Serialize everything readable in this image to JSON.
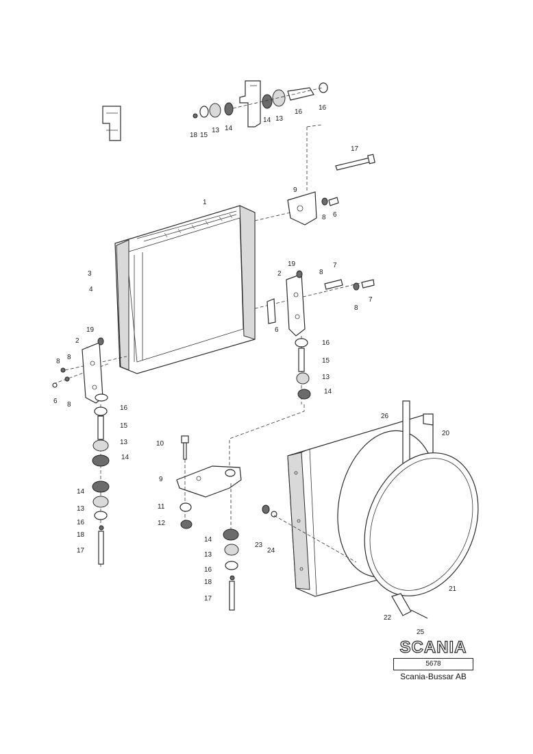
{
  "brand": {
    "logo": "SCANIA",
    "drawing_number": "5678",
    "company": "Scania-Bussar AB"
  },
  "callouts": [
    {
      "id": "c-18-top",
      "text": "18"
    },
    {
      "id": "c-15-top",
      "text": "15"
    },
    {
      "id": "c-13-top",
      "text": "13"
    },
    {
      "id": "c-14-top",
      "text": "14"
    },
    {
      "id": "c-14-top-b",
      "text": "14"
    },
    {
      "id": "c-13-top-b",
      "text": "13"
    },
    {
      "id": "c-16-top",
      "text": "16"
    },
    {
      "id": "c-16-top-b",
      "text": "16"
    },
    {
      "id": "c-17-top",
      "text": "17"
    },
    {
      "id": "c-9-top",
      "text": "9"
    },
    {
      "id": "c-8-top",
      "text": "8"
    },
    {
      "id": "c-6-top",
      "text": "6"
    },
    {
      "id": "c-1",
      "text": "1"
    },
    {
      "id": "c-3",
      "text": "3"
    },
    {
      "id": "c-4",
      "text": "4"
    },
    {
      "id": "c-19-right",
      "text": "19"
    },
    {
      "id": "c-7-right",
      "text": "7"
    },
    {
      "id": "c-2-right",
      "text": "2"
    },
    {
      "id": "c-8-right",
      "text": "8"
    },
    {
      "id": "c-8-right-b",
      "text": "8"
    },
    {
      "id": "c-7-right-b",
      "text": "7"
    },
    {
      "id": "c-6-right",
      "text": "6"
    },
    {
      "id": "c-16-right",
      "text": "16"
    },
    {
      "id": "c-15-right",
      "text": "15"
    },
    {
      "id": "c-13-right",
      "text": "13"
    },
    {
      "id": "c-14-right",
      "text": "14"
    },
    {
      "id": "c-19-left",
      "text": "19"
    },
    {
      "id": "c-2-left",
      "text": "2"
    },
    {
      "id": "c-8-left",
      "text": "8"
    },
    {
      "id": "c-8-left-b",
      "text": "8"
    },
    {
      "id": "c-6-left",
      "text": "6"
    },
    {
      "id": "c-8-left-c",
      "text": "8"
    },
    {
      "id": "c-16-left",
      "text": "16"
    },
    {
      "id": "c-15-left",
      "text": "15"
    },
    {
      "id": "c-13-left",
      "text": "13"
    },
    {
      "id": "c-14-left",
      "text": "14"
    },
    {
      "id": "c-14-left-b",
      "text": "14"
    },
    {
      "id": "c-13-left-b",
      "text": "13"
    },
    {
      "id": "c-16-left-b",
      "text": "16"
    },
    {
      "id": "c-18-left",
      "text": "18"
    },
    {
      "id": "c-17-left",
      "text": "17"
    },
    {
      "id": "c-10",
      "text": "10"
    },
    {
      "id": "c-9-mid",
      "text": "9"
    },
    {
      "id": "c-11",
      "text": "11"
    },
    {
      "id": "c-12",
      "text": "12"
    },
    {
      "id": "c-14-mid",
      "text": "14"
    },
    {
      "id": "c-13-mid",
      "text": "13"
    },
    {
      "id": "c-16-mid",
      "text": "16"
    },
    {
      "id": "c-18-mid",
      "text": "18"
    },
    {
      "id": "c-17-mid",
      "text": "17"
    },
    {
      "id": "c-26-top",
      "text": "26"
    },
    {
      "id": "c-20",
      "text": "20"
    },
    {
      "id": "c-23",
      "text": "23"
    },
    {
      "id": "c-24",
      "text": "24"
    },
    {
      "id": "c-21",
      "text": "21"
    },
    {
      "id": "c-22",
      "text": "22"
    },
    {
      "id": "c-25",
      "text": "25"
    }
  ]
}
